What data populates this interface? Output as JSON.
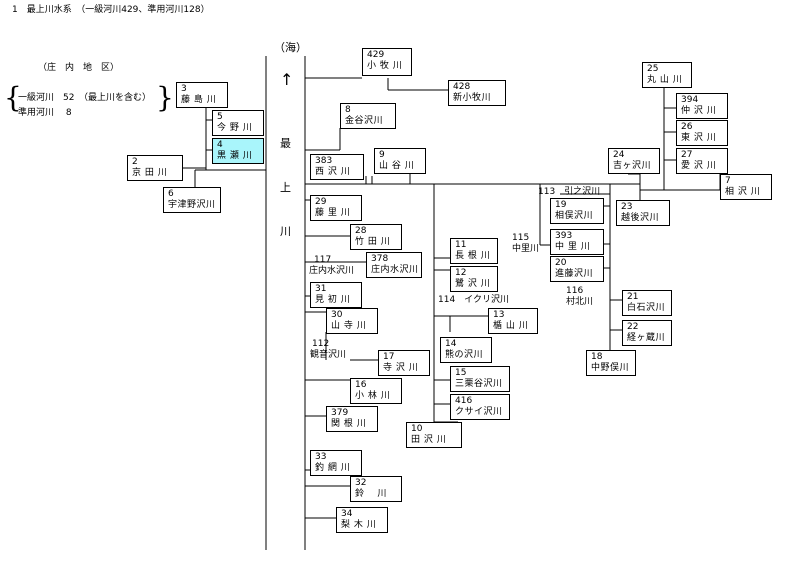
{
  "header": {
    "title": "1　最上川水系　（一級河川429、準用河川128）"
  },
  "region": {
    "label": "（庄　内　地　区）",
    "line1": "一級河川　52　（最上川を含む）",
    "line2": "準用河川　 8"
  },
  "mainstem": {
    "sea": "（海）",
    "arrow": "↑",
    "c1": "最",
    "c2": "上",
    "c3": "川"
  },
  "boxes": [
    {
      "id": "b3",
      "n": "3",
      "m": "藤 島 川"
    },
    {
      "id": "b5",
      "n": "5",
      "m": "今 野 川"
    },
    {
      "id": "b4",
      "n": "4",
      "m": "黒 瀬 川"
    },
    {
      "id": "b2",
      "n": "2",
      "m": "京 田 川"
    },
    {
      "id": "b6",
      "n": "6",
      "m": "宇津野沢川"
    },
    {
      "id": "b429",
      "n": "429",
      "m": "小 牧 川"
    },
    {
      "id": "b428",
      "n": "428",
      "m": "新小牧川"
    },
    {
      "id": "b8",
      "n": "8",
      "m": "金谷沢川"
    },
    {
      "id": "b383",
      "n": "383",
      "m": "西 沢 川"
    },
    {
      "id": "b9",
      "n": "9",
      "m": "山 谷 川"
    },
    {
      "id": "b29",
      "n": "29",
      "m": "藤 里 川"
    },
    {
      "id": "b28",
      "n": "28",
      "m": "竹 田 川"
    },
    {
      "id": "b378",
      "n": "378",
      "m": "庄内水沢川"
    },
    {
      "id": "b31",
      "n": "31",
      "m": "見 初 川"
    },
    {
      "id": "b30",
      "n": "30",
      "m": "山 寺 川"
    },
    {
      "id": "b17",
      "n": "17",
      "m": "寺 沢 川"
    },
    {
      "id": "b16",
      "n": "16",
      "m": "小 林 川"
    },
    {
      "id": "b379",
      "n": "379",
      "m": "関 根 川"
    },
    {
      "id": "b33",
      "n": "33",
      "m": "釣 網 川"
    },
    {
      "id": "b32",
      "n": "32",
      "m": "鈴　 川"
    },
    {
      "id": "b34",
      "n": "34",
      "m": "梨 木 川"
    },
    {
      "id": "b11",
      "n": "11",
      "m": "長 根 川"
    },
    {
      "id": "b12",
      "n": "12",
      "m": "鷺 沢 川"
    },
    {
      "id": "b13",
      "n": "13",
      "m": "楯 山 川"
    },
    {
      "id": "b14",
      "n": "14",
      "m": "熊の沢川"
    },
    {
      "id": "b15",
      "n": "15",
      "m": "三栗谷沢川"
    },
    {
      "id": "b416",
      "n": "416",
      "m": "クサイ沢川"
    },
    {
      "id": "b10",
      "n": "10",
      "m": "田 沢 川"
    },
    {
      "id": "b25",
      "n": "25",
      "m": "丸 山 川"
    },
    {
      "id": "b394",
      "n": "394",
      "m": "仲 沢 川"
    },
    {
      "id": "b26",
      "n": "26",
      "m": "東 沢 川"
    },
    {
      "id": "b27",
      "n": "27",
      "m": "愛 沢 川"
    },
    {
      "id": "b24",
      "n": "24",
      "m": "吉ヶ沢川"
    },
    {
      "id": "b7",
      "n": "7",
      "m": "相 沢 川"
    },
    {
      "id": "b19",
      "n": "19",
      "m": "相俣沢川"
    },
    {
      "id": "b23",
      "n": "23",
      "m": "越後沢川"
    },
    {
      "id": "b393",
      "n": "393",
      "m": "中 里 川"
    },
    {
      "id": "b20",
      "n": "20",
      "m": "進藤沢川"
    },
    {
      "id": "b21",
      "n": "21",
      "m": "白石沢川"
    },
    {
      "id": "b22",
      "n": "22",
      "m": "経ヶ蔵川"
    },
    {
      "id": "b18",
      "n": "18",
      "m": "中野俣川"
    }
  ],
  "labels": [
    {
      "id": "l117a",
      "t": "117"
    },
    {
      "id": "l117b",
      "t": "庄内水沢川"
    },
    {
      "id": "l112a",
      "t": "112"
    },
    {
      "id": "l112b",
      "t": "観音沢川"
    },
    {
      "id": "l114",
      "t": "114　イクリ沢川"
    },
    {
      "id": "l113",
      "t": "113　引之沢川"
    },
    {
      "id": "l115a",
      "t": "115"
    },
    {
      "id": "l115b",
      "t": "中里川"
    },
    {
      "id": "l116a",
      "t": "116"
    },
    {
      "id": "l116b",
      "t": "村北川"
    }
  ]
}
